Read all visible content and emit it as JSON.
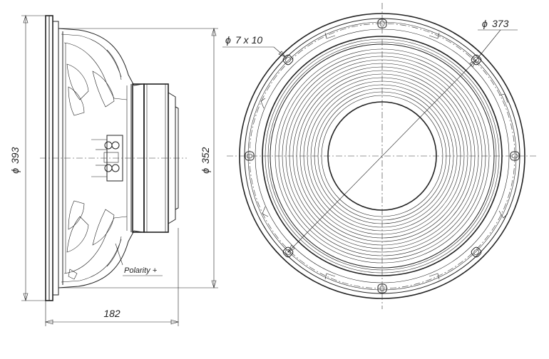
{
  "dimensions": {
    "overall_diameter": "393",
    "frame_depth": "182",
    "baffle_cutout": "352",
    "bolt_circle": "373",
    "mounting_holes": "7 x 10"
  },
  "labels": {
    "diameter_symbol": "ϕ",
    "polarity": "Polarity +"
  }
}
